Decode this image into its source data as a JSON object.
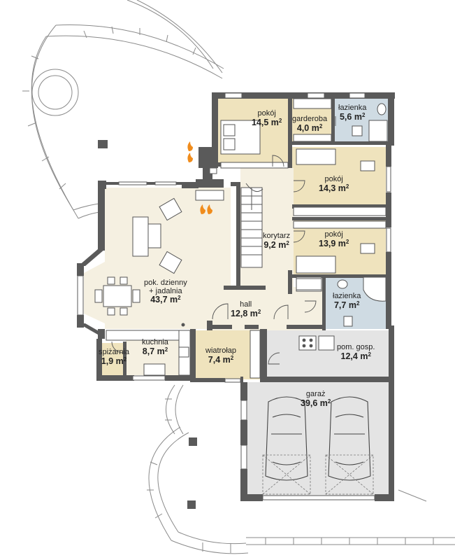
{
  "plan": {
    "colors": {
      "wall": "#5a5a5a",
      "wood_floor": "#efe3bd",
      "living_floor": "#f5f0e1",
      "tile_floor": "#cfdbe3",
      "garage_floor": "#e4e4e4",
      "furniture": "#ffffff",
      "line": "#555555",
      "fire": "#f08c1c"
    },
    "rooms": [
      {
        "id": "pokoj-1",
        "name": "pokój",
        "area": "14,5 m",
        "unit_sup": "2"
      },
      {
        "id": "garderoba",
        "name": "garderoba",
        "area": "4,0 m",
        "unit_sup": "2"
      },
      {
        "id": "lazienka-1",
        "name": "łazienka",
        "area": "5,6 m",
        "unit_sup": "2"
      },
      {
        "id": "pokoj-2",
        "name": "pokój",
        "area": "14,3 m",
        "unit_sup": "2"
      },
      {
        "id": "korytarz",
        "name": "korytarz",
        "area": "9,2 m",
        "unit_sup": "2"
      },
      {
        "id": "pokoj-3",
        "name": "pokój",
        "area": "13,9 m",
        "unit_sup": "2"
      },
      {
        "id": "pok-dzienny",
        "name": "pok. dzienny",
        "name2": "+ jadalnia",
        "area": "43,7 m",
        "unit_sup": "2"
      },
      {
        "id": "lazienka-2",
        "name": "łazienka",
        "area": "7,7 m",
        "unit_sup": "2"
      },
      {
        "id": "hall",
        "name": "hall",
        "area": "12,8 m",
        "unit_sup": "2"
      },
      {
        "id": "kuchnia",
        "name": "kuchnia",
        "area": "8,7 m",
        "unit_sup": "2"
      },
      {
        "id": "spizarnia",
        "name": "spiżarnia",
        "area": "1,9 m",
        "unit_sup": "2"
      },
      {
        "id": "wiatrolap",
        "name": "wiatrołap",
        "area": "7,4 m",
        "unit_sup": "2"
      },
      {
        "id": "pom-gosp",
        "name": "pom. gosp.",
        "area": "12,4 m",
        "unit_sup": "2"
      },
      {
        "id": "garaz",
        "name": "garaż",
        "area": "39,6 m",
        "unit_sup": "2"
      }
    ]
  }
}
